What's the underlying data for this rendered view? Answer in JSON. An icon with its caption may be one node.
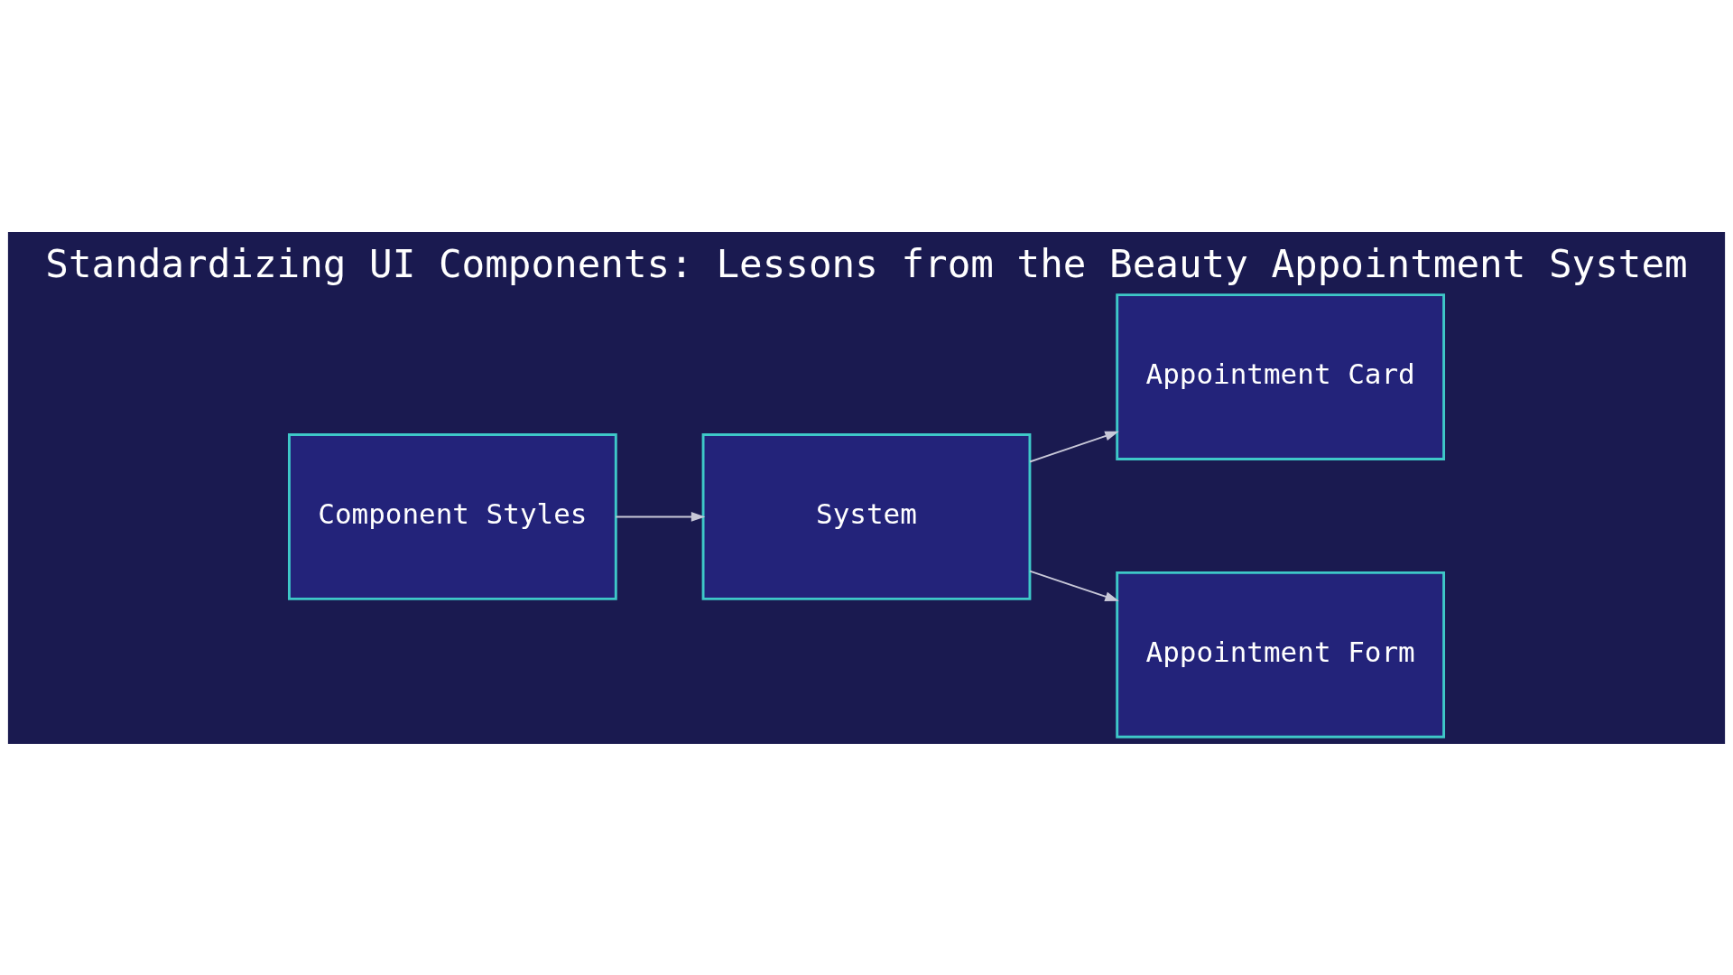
{
  "diagram": {
    "title": "Standardizing UI Components: Lessons from the Beauty Appointment System",
    "nodes": [
      {
        "text": [
          "Component Styles"
        ]
      },
      {
        "text": [
          "System"
        ]
      },
      {
        "text": [
          "Appointment Card"
        ]
      },
      {
        "text": [
          "Appointment Form"
        ]
      }
    ],
    "edges": [
      {
        "from": 0,
        "to": 1,
        "arrow": "to"
      },
      {
        "from": 1,
        "to": 2,
        "arrow": "to"
      },
      {
        "from": 1,
        "to": 3,
        "arrow": "to"
      }
    ]
  }
}
